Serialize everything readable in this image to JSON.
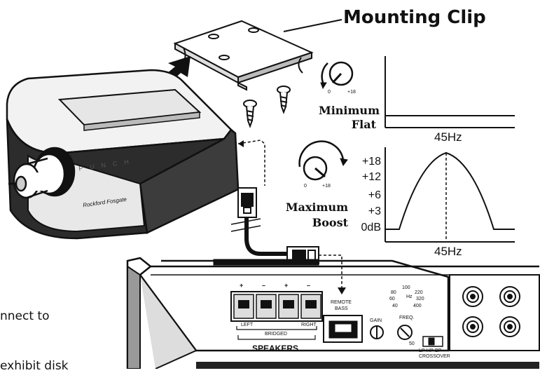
{
  "title": "Mounting Clip",
  "knob_min": {
    "label_line1": "Minimum",
    "label_line2": "Flat",
    "scale_low": "0",
    "scale_high": "+18"
  },
  "knob_max": {
    "label_line1": "Maximum",
    "label_line2": "Boost",
    "scale_low": "0",
    "scale_high": "+18"
  },
  "flat_graph": {
    "freq_label": "45Hz"
  },
  "boost_graph": {
    "freq_label": "45Hz",
    "db_labels": [
      "+18",
      "+12",
      "+6",
      "+3",
      "0dB"
    ]
  },
  "side_text": {
    "line1": "nnect to",
    "line2": "exhibit disk"
  },
  "amp": {
    "speakers_label": "SPEAKERS",
    "left_label": "LEFT",
    "right_label": "RIGHT",
    "bridged_label": "BRIDGED",
    "terminal_signs": [
      "+",
      "–",
      "+",
      "–"
    ],
    "remote_label_1": "REMOTE",
    "remote_label_2": "BASS",
    "gain_label": "GAIN",
    "freq_label": "FREQ.",
    "hz_label": "Hz",
    "freq_scale": [
      "100",
      "80",
      "220",
      "60",
      "320",
      "40",
      "400",
      "50"
    ],
    "crossover_label_1": "LP-HP-BP",
    "crossover_label_2": "CROSSOVER"
  },
  "remote_unit": {
    "face_letters": [
      "P",
      "U",
      "N",
      "C",
      "H"
    ],
    "brand": "Rockford Fosgate"
  }
}
